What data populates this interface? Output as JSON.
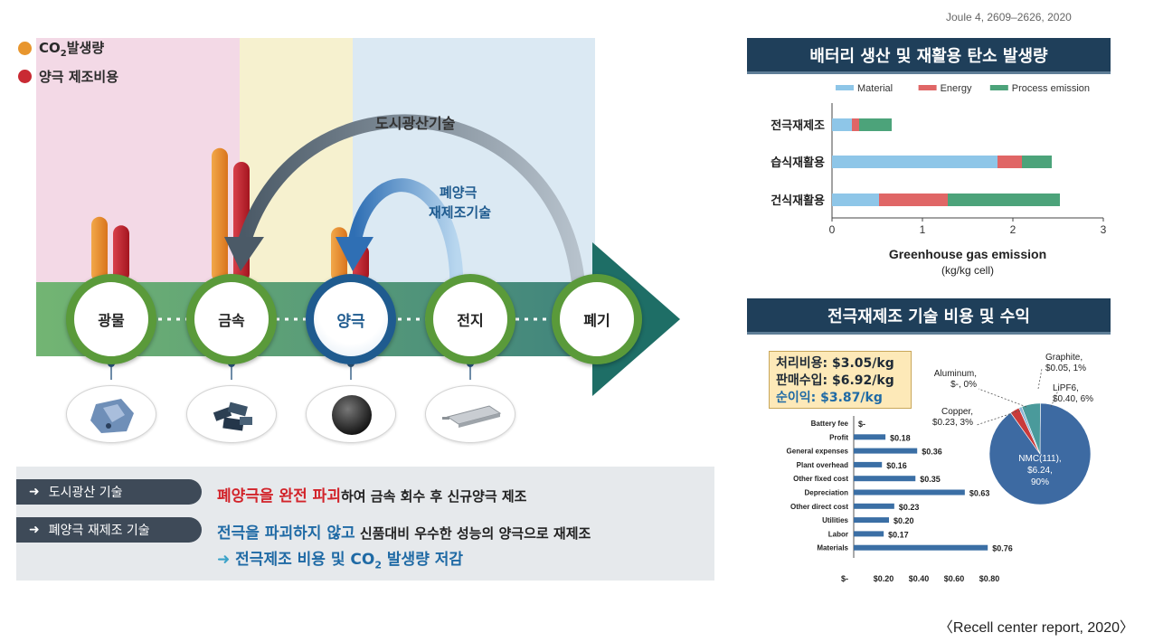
{
  "legend": [
    {
      "label_pre": "CO",
      "label_sub": "2",
      "label_post": "발생량",
      "color": "#e8962e"
    },
    {
      "label": "양극 제조비용",
      "color": "#c92a33"
    }
  ],
  "arcs": {
    "outer_label": "도시광산기술",
    "inner_label_1": "폐양극",
    "inner_label_2": "재제조기술"
  },
  "stages": [
    "광물",
    "금속",
    "양극",
    "전지",
    "폐기"
  ],
  "stage_bars": [
    {
      "stage": "광물",
      "co2": 0.38,
      "cost": 0.33
    },
    {
      "stage": "금속",
      "co2": 0.78,
      "cost": 0.7
    },
    {
      "stage": "양극",
      "co2": 0.32,
      "cost": 0.22
    }
  ],
  "materials": [
    "ore-rock",
    "metal-pieces",
    "cathode-sphere",
    "battery-cell"
  ],
  "notes": [
    {
      "tag": "도시광산 기술",
      "highlight": "폐양극을 완전 파괴",
      "rest": "하여 금속 회수 후 신규양극 제조"
    },
    {
      "tag": "폐양극 재제조 기술",
      "highlight": "전극을 파괴하지 않고",
      "rest": " 신품대비 우수한 성능의 양극으로 재제조",
      "line2_pre": "전극제조 비용 및 CO",
      "line2_sub": "2",
      "line2_post": " 발생량 저감"
    }
  ],
  "citation": "Joule 4, 2609–2626, 2020",
  "source": "〈Recell center report, 2020〉",
  "chart_titles": [
    "배터리 생산 및 재활용 탄소 발생량",
    "전극재제조 기술 비용 및 수익"
  ],
  "summary": {
    "cost": "처리비용: $3.05/kg",
    "revenue": "판매수입: $6.92/kg",
    "profit": "순이익: $3.87/kg"
  },
  "chart_data": [
    {
      "type": "bar",
      "orientation": "horizontal-stacked",
      "categories": [
        "전극재제조",
        "습식재활용",
        "건식재활용"
      ],
      "series": [
        {
          "name": "Material",
          "values": [
            0.22,
            1.83,
            0.52
          ],
          "color": "#8ec6e8"
        },
        {
          "name": "Energy",
          "values": [
            0.08,
            0.27,
            0.76
          ],
          "color": "#e06666"
        },
        {
          "name": "Process emission",
          "values": [
            0.36,
            0.33,
            1.24
          ],
          "color": "#4ca37a"
        }
      ],
      "xlim": [
        0,
        3
      ],
      "xticks": [
        "0",
        "1",
        "2",
        "3"
      ],
      "xlabel": "Greenhouse gas emission",
      "xlabel2": "(kg/kg cell)",
      "legend_position": "top"
    },
    {
      "type": "bar",
      "orientation": "horizontal",
      "categories": [
        "Battery fee",
        "Profit",
        "General expenses",
        "Plant overhead",
        "Other fixed cost",
        "Depreciation",
        "Other direct cost",
        "Utilities",
        "Labor",
        "Materials"
      ],
      "values": [
        0,
        0.18,
        0.36,
        0.16,
        0.35,
        0.63,
        0.23,
        0.2,
        0.17,
        0.76
      ],
      "value_labels": [
        "$-",
        "$0.18",
        "$0.36",
        "$0.16",
        "$0.35",
        "$0.63",
        "$0.23",
        "$0.20",
        "$0.17",
        "$0.76"
      ],
      "xlim": [
        0,
        0.8
      ],
      "xticks": [
        "$-",
        "$0.20",
        "$0.40",
        "$0.60",
        "$0.80"
      ],
      "color": "#3b6fa5"
    },
    {
      "type": "pie",
      "slices": [
        {
          "name": "NMC(111)",
          "label_line1": "NMC(111),",
          "label_line2": "$6.24,",
          "label_line3": "90%",
          "value": 90,
          "color": "#3d6aa2"
        },
        {
          "name": "LiPF6",
          "label_line1": "LiPF6,",
          "label_line2": "$0.40, 6%",
          "value": 6,
          "color": "#4a9a9b"
        },
        {
          "name": "Copper",
          "label_line1": "Copper,",
          "label_line2": "$0.23, 3%",
          "value": 3,
          "color": "#c93a3a"
        },
        {
          "name": "Graphite",
          "label_line1": "Graphite,",
          "label_line2": "$0.05, 1%",
          "value": 1,
          "color": "#8ab6d6"
        },
        {
          "name": "Aluminum",
          "label_line1": "Aluminum,",
          "label_line2": "$-, 0%",
          "value": 0,
          "color": "#9a9a9a"
        }
      ]
    }
  ]
}
